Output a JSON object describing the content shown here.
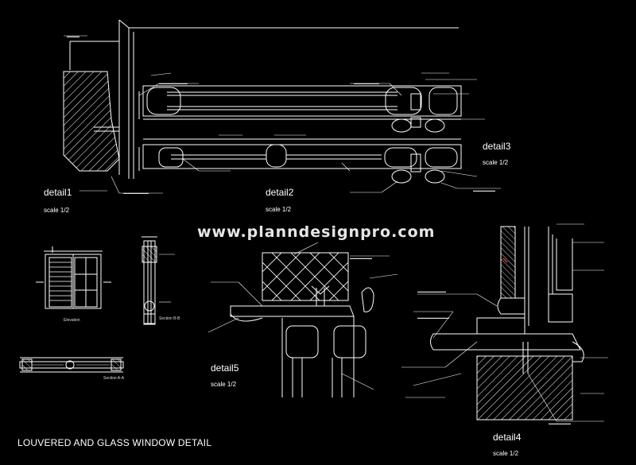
{
  "drawing": {
    "title": "LOUVERED AND GLASS WINDOW DETAIL",
    "watermark": "www.planndesignpro.com",
    "details": [
      {
        "name": "detail1",
        "scale": "scale 1/2"
      },
      {
        "name": "detail2",
        "scale": "scale 1/2"
      },
      {
        "name": "detail3",
        "scale": "scale 1/2"
      },
      {
        "name": "detail4",
        "scale": "scale 1/2"
      },
      {
        "name": "detail5",
        "scale": "scale 1/2"
      }
    ],
    "sections": {
      "section_a": "Section A-A",
      "section_b": "Section B-B",
      "elevation": "Elevation"
    },
    "colors": {
      "background": "#000000",
      "lines": "#ffffff",
      "accent": "#ff3333"
    }
  }
}
